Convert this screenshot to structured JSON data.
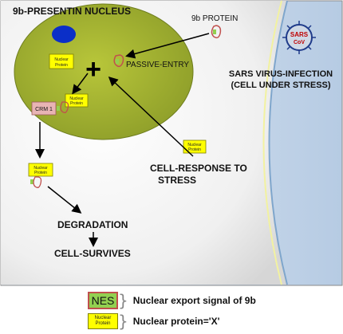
{
  "diagram": {
    "nucleus_title": "9b-PRESENTIN NUCLEUS",
    "protein_label": "9b PROTEIN",
    "passive_entry": "PASSIVE-ENTRY",
    "crm1": "CRM 1",
    "virus_infection_line1": "SARS VIRUS-INFECTION",
    "virus_infection_line2": "(CELL UNDER STRESS)",
    "sars_line1": "SARS",
    "sars_line2": "CoV",
    "stress_line1": "CELL-RESPONSE TO",
    "stress_line2": "STRESS",
    "degradation": "DEGRADATION",
    "cell_survives": "CELL-SURVIVES",
    "nuclear_protein_line1": "Nuclear",
    "nuclear_protein_line2": "Protein",
    "plus_symbol": "+",
    "colors": {
      "nucleus_fill": "#a3b436",
      "nucleolus": "#0b2fc8",
      "cell_edge": "#c6d7ea",
      "protein_yellow": "#ffff00",
      "nes_green": "#92d050",
      "nes_border": "#c0504d"
    }
  },
  "legend": {
    "nes_label": "NES",
    "nes_desc": "Nuclear export signal of 9b",
    "np_line1": "Nuclear",
    "np_line2": "Protein",
    "np_desc": "Nuclear protein='X'"
  }
}
